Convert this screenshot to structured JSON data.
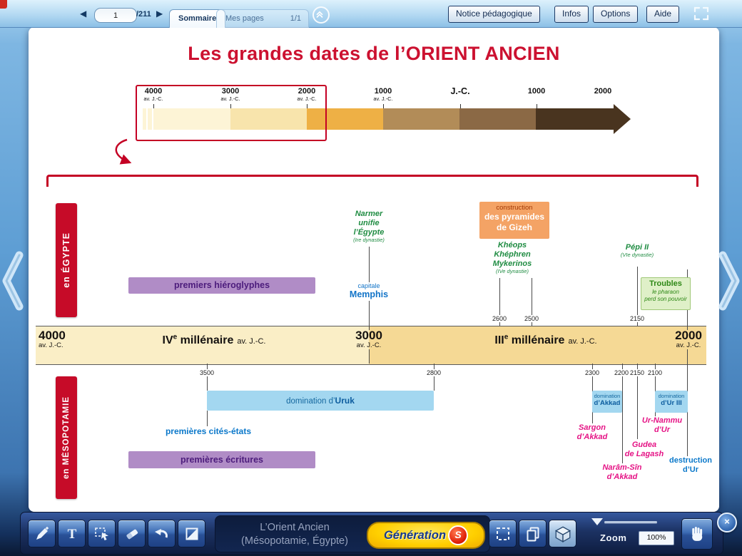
{
  "icons": {
    "back": "◀",
    "forward": "▶",
    "close": "×"
  },
  "topbar": {
    "page_current": "1",
    "page_total": "/211",
    "tab_sommaire": "Sommaire",
    "tab_mes_pages": "Mes pages",
    "mes_pages_count": "1/1",
    "btn_notice": "Notice pédagogique",
    "btn_infos": "Infos",
    "btn_options": "Options",
    "btn_aide": "Aide"
  },
  "bottombar": {
    "doc_title_line1": "L’Orient Ancien",
    "doc_title_line2": "(Mésopotamie, Égypte)",
    "logo_text": "Génération",
    "logo_badge": "S",
    "zoom_label": "Zoom",
    "zoom_value": "100%"
  },
  "page": {
    "title": "Les grandes dates de l’ORIENT ANCIEN",
    "overview_ticks": [
      {
        "year": "4000",
        "era": "av. J.-C."
      },
      {
        "year": "3000",
        "era": "av. J.-C."
      },
      {
        "year": "2000",
        "era": "av. J.-C."
      },
      {
        "year": "1000",
        "era": "av. J.-C."
      },
      {
        "year": "J.-C.",
        "era": ""
      },
      {
        "year": "1000",
        "era": ""
      },
      {
        "year": "2000",
        "era": ""
      }
    ],
    "egypt": {
      "side_label": "en ÉGYPTE",
      "hieroglyphs": "premiers hiéroglyphes",
      "narmer_lines": [
        "Narmer",
        "unifie",
        "l’Égypte"
      ],
      "narmer_sub": "(Ire dynastie)",
      "capital_small": "capitale",
      "capital_name": "Memphis",
      "pyramids_small": "construction",
      "pyramids_line1": "des pyramides",
      "pyramids_line2": "de Gizeh",
      "kings_lines": [
        "Khéops",
        "Khéphren",
        "Mykerinos"
      ],
      "kings_sub": "(IVe dynastie)",
      "tick_2600": "2600",
      "tick_2500": "2500",
      "tick_2150": "2150",
      "pepi": "Pépi II",
      "pepi_sub": "(VIe dynastie)",
      "troubles_title": "Troubles",
      "troubles_line1": "le pharaon",
      "troubles_line2": "perd son pouvoir"
    },
    "band": {
      "y4000": "4000",
      "y4000_era": "av. J.-C.",
      "m4_num": "IV",
      "m4_sup": "e",
      "m4_word": "millénaire",
      "m4_era": "av. J.-C.",
      "y3000": "3000",
      "y3000_era": "av. J.-C.",
      "m3_num": "III",
      "m3_sup": "e",
      "m3_word": "millénaire",
      "m3_era": "av. J.-C.",
      "y2000": "2000",
      "y2000_era": "av. J.-C."
    },
    "meso": {
      "side_label": "en MÉSOPOTAMIE",
      "tick_3500": "3500",
      "tick_2800": "2800",
      "tick_2300": "2300",
      "tick_2200": "2200",
      "tick_2150": "2150",
      "tick_2100": "2100",
      "uruk_prefix": "domination d’",
      "uruk_name": "Uruk",
      "cities": "premières cités-états",
      "writing": "premières écritures",
      "akkad_line1": "domination",
      "akkad_line2": "d’Akkad",
      "ur3_line1": "domination",
      "ur3_line2": "d’Ur III",
      "sargon_line1": "Sargon",
      "sargon_line2": "d’Akkad",
      "naram_line1": "Narâm-Sîn",
      "naram_line2": "d’Akkad",
      "gudea_line1": "Gudea",
      "gudea_line2": "de Lagash",
      "urnammu_line1": "Ur-Nammu",
      "urnammu_line2": "d’Ur",
      "destruction_line1": "destruction",
      "destruction_line2": "d’Ur"
    }
  }
}
